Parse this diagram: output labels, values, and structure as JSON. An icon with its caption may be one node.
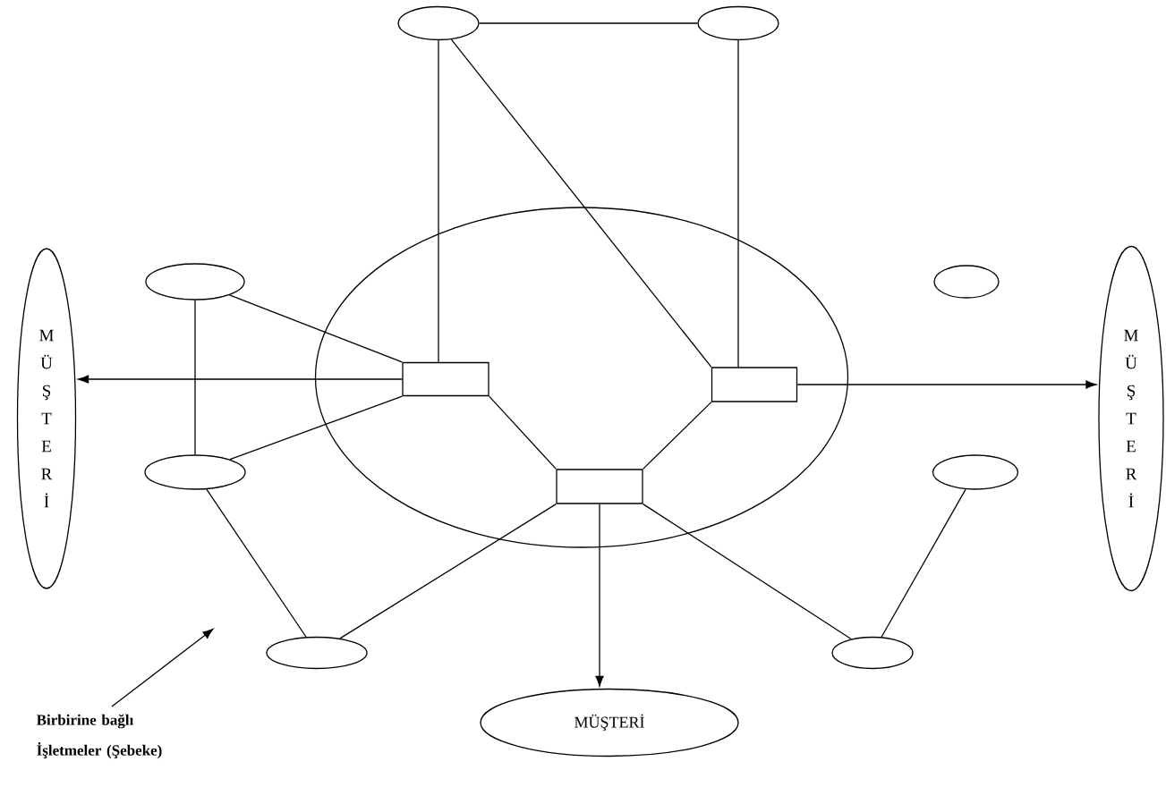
{
  "diagram": {
    "nodes": [
      {
        "text": [],
        "shape": "ellipse"
      },
      {
        "text": [],
        "shape": "ellipse"
      },
      {
        "text": [],
        "shape": "ellipse"
      },
      {
        "text": [
          "MÜŞTERİ"
        ]
      },
      {
        "text": [
          "MÜŞTERİ"
        ]
      },
      {
        "text": [],
        "shape": "ellipse"
      },
      {
        "text": [],
        "shape": "ellipse"
      },
      {
        "text": [],
        "shape": "box",
        "in": 2
      },
      {
        "text": [],
        "shape": "box",
        "in": 2
      },
      {
        "text": [],
        "shape": "ellipse"
      },
      {
        "text": [],
        "shape": "ellipse"
      },
      {
        "text": [],
        "shape": "box",
        "in": 2
      },
      {
        "text": [],
        "shape": "ellipse"
      },
      {
        "text": [],
        "shape": "ellipse"
      },
      {
        "text": [
          "MÜŞTERİ"
        ]
      },
      {
        "text": [
          "Birbirine bağlı İşletmeler (Şebeke)"
        ]
      }
    ],
    "edges": [
      {
        "from": 0,
        "to": 1,
        "arrow": "none"
      },
      {
        "from": 0,
        "to": 7,
        "arrow": "none"
      },
      {
        "from": 0,
        "to": 8,
        "arrow": "none"
      },
      {
        "from": 1,
        "to": 8,
        "arrow": "none"
      },
      {
        "from": 5,
        "to": 9,
        "arrow": "none"
      },
      {
        "from": 5,
        "to": 7,
        "arrow": "none"
      },
      {
        "from": 9,
        "to": 7,
        "arrow": "none"
      },
      {
        "from": 7,
        "to": 3,
        "arrow": "to"
      },
      {
        "from": 8,
        "to": 4,
        "arrow": "to"
      },
      {
        "from": 7,
        "to": 11,
        "arrow": "none"
      },
      {
        "from": 8,
        "to": 11,
        "arrow": "none"
      },
      {
        "from": 11,
        "to": 12,
        "arrow": "none"
      },
      {
        "from": 11,
        "to": 13,
        "arrow": "none"
      },
      {
        "from": 11,
        "to": 14,
        "arrow": "to"
      },
      {
        "from": 9,
        "to": 12,
        "arrow": "none"
      },
      {
        "from": 10,
        "to": 13,
        "arrow": "none"
      },
      {
        "from": 15,
        "to": null,
        "arrow": "to"
      }
    ]
  }
}
